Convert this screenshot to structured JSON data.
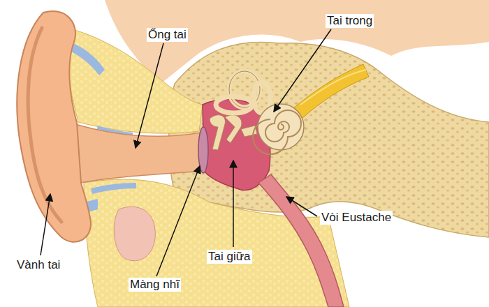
{
  "diagram": {
    "labels": [
      "Ống tai",
      "Tai trong",
      "Vành tai",
      "Màng nhĩ",
      "Tai giữa",
      "Vòi Eustache"
    ]
  }
}
